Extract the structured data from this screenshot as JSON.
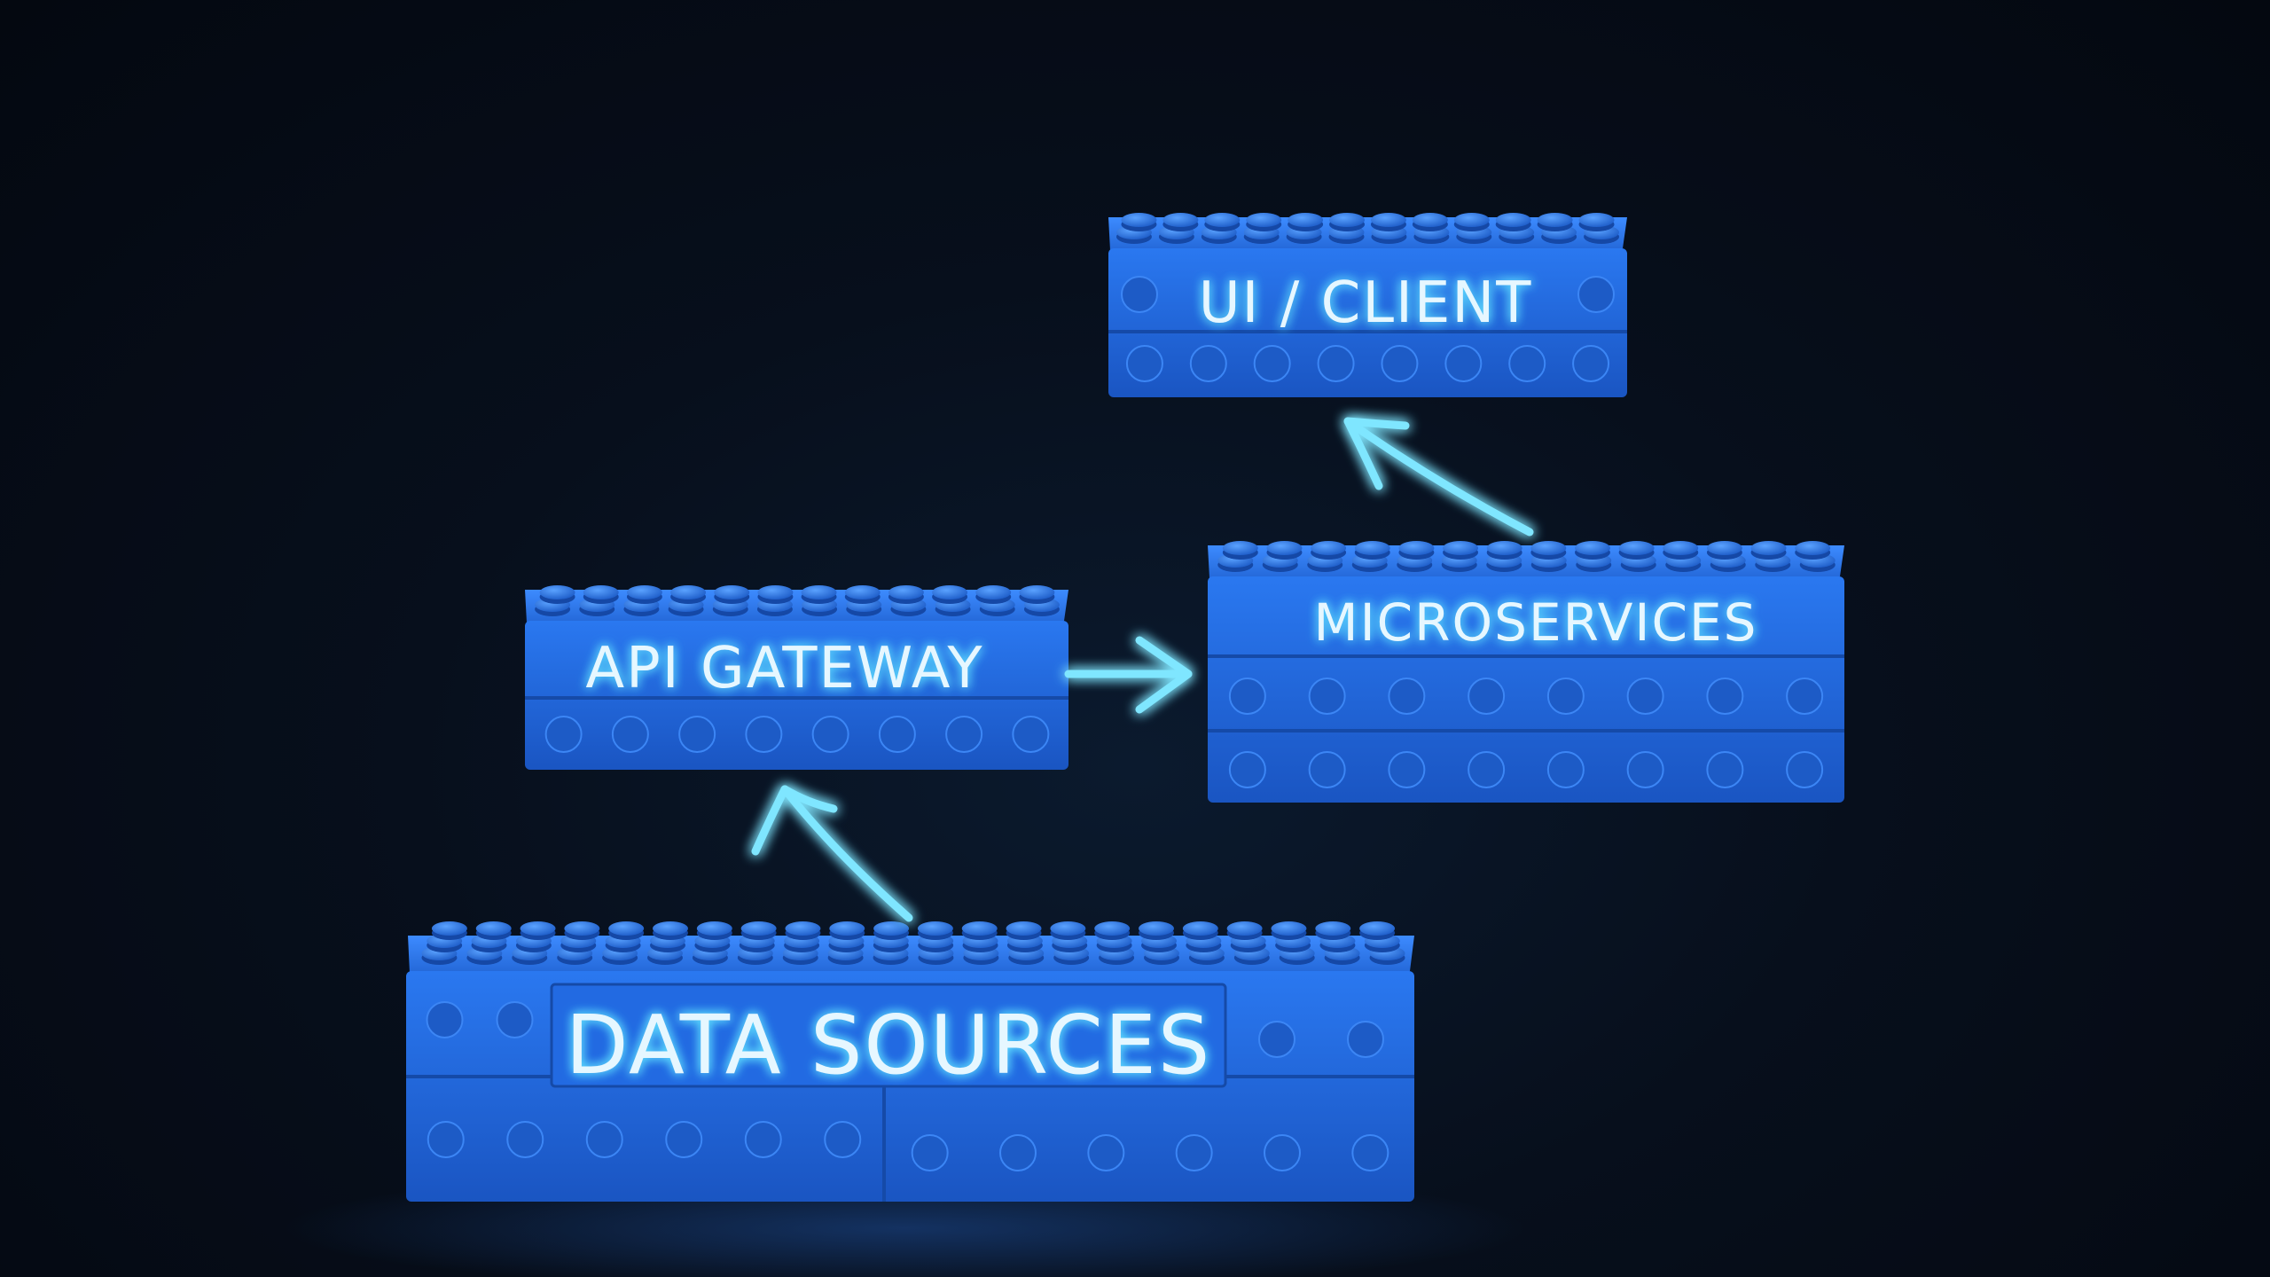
{
  "diagram": {
    "blocks": [
      {
        "id": "ui-client",
        "label": "UI / CLIENT"
      },
      {
        "id": "api-gateway",
        "label": "API GATEWAY"
      },
      {
        "id": "microservices",
        "label": "MICROSERVICES"
      },
      {
        "id": "data-sources",
        "label": "DATA SOURCES"
      }
    ],
    "connections": [
      {
        "from": "data-sources",
        "to": "api-gateway"
      },
      {
        "from": "api-gateway",
        "to": "microservices"
      },
      {
        "from": "microservices",
        "to": "ui-client"
      }
    ],
    "colors": {
      "background": "#060d18",
      "brick": "#1f63d6",
      "brick_dark": "#1548a6",
      "glow": "#4fd8ff",
      "text": "#e6f7ff"
    }
  }
}
